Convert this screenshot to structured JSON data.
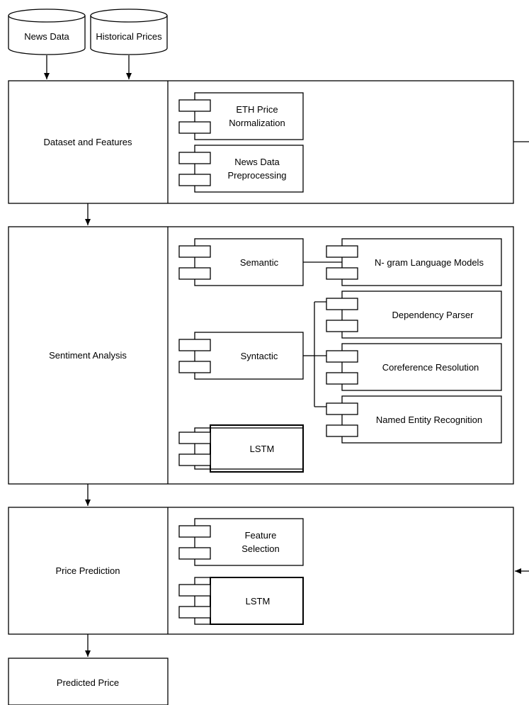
{
  "sources": {
    "news": "News Data",
    "prices": "Historical Prices"
  },
  "stages": {
    "dataset": {
      "title": "Dataset and Features",
      "components": {
        "eth_norm": [
          "ETH Price",
          "Normalization"
        ],
        "news_prep": [
          "News Data",
          "Preprocessing"
        ]
      }
    },
    "sentiment": {
      "title": "Sentiment Analysis",
      "components": {
        "semantic": "Semantic",
        "ngram": "N- gram Language Models",
        "dependency": "Dependency Parser",
        "syntactic": "Syntactic",
        "coreference": "Coreference Resolution",
        "ner": "Named Entity Recognition",
        "lstm": "LSTM"
      }
    },
    "prediction": {
      "title": "Price Prediction",
      "components": {
        "feature_selection": [
          "Feature",
          "Selection"
        ],
        "lstm": "LSTM"
      }
    },
    "output": {
      "title": "Predicted Price"
    }
  }
}
